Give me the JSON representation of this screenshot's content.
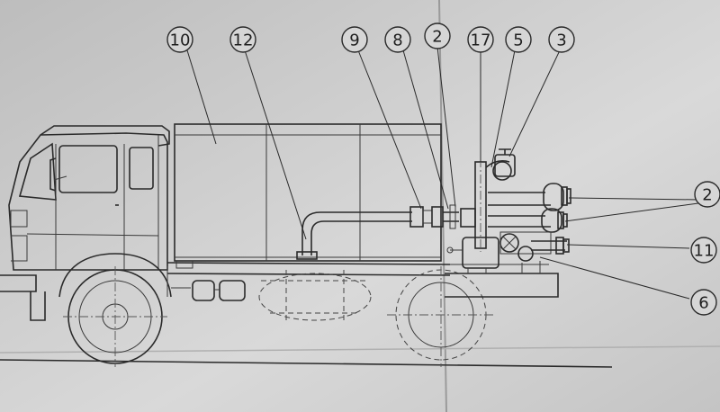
{
  "callouts": [
    {
      "id": "c10",
      "label": "10"
    },
    {
      "id": "c12",
      "label": "12"
    },
    {
      "id": "c9",
      "label": "9"
    },
    {
      "id": "c8",
      "label": "8"
    },
    {
      "id": "c2top",
      "label": "2"
    },
    {
      "id": "c17",
      "label": "17"
    },
    {
      "id": "c5",
      "label": "5"
    },
    {
      "id": "c3",
      "label": "3"
    },
    {
      "id": "c2right",
      "label": "2"
    },
    {
      "id": "c11",
      "label": "11"
    },
    {
      "id": "c6",
      "label": "6"
    }
  ]
}
